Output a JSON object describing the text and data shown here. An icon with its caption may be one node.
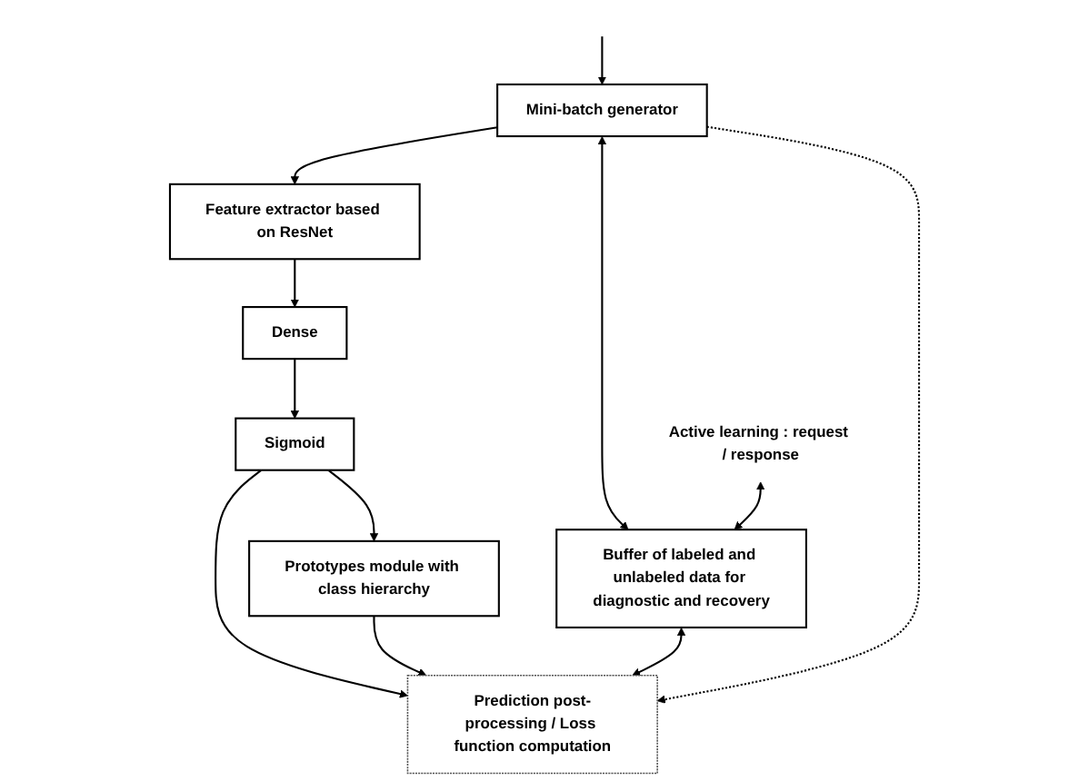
{
  "diagram": {
    "nodes": [
      {
        "text": [
          "Mini-batch generator"
        ]
      },
      {
        "text": [
          "Feature extractor based on ResNet"
        ]
      },
      {
        "text": [
          "Dense"
        ]
      },
      {
        "text": [
          "Sigmoid"
        ]
      },
      {
        "text": [
          "Active learning : request / response"
        ]
      },
      {
        "text": [
          "Buffer of labeled and unlabeled data for diagnostic and recovery"
        ]
      },
      {
        "text": [
          "Prototypes module with class hierarchy"
        ]
      },
      {
        "text": [
          "Prediction post-processing / Loss function computation"
        ]
      }
    ],
    "edges": [
      {
        "from": null,
        "to": 0,
        "arrow": "to"
      },
      {
        "from": 0,
        "to": 1,
        "arrow": "to"
      },
      {
        "from": 1,
        "to": 2,
        "arrow": "to"
      },
      {
        "from": 2,
        "to": 3,
        "arrow": "to"
      },
      {
        "from": 3,
        "to": 6,
        "arrow": "to"
      },
      {
        "from": 3,
        "to": 7,
        "arrow": "to"
      },
      {
        "from": 6,
        "to": 7,
        "arrow": "to"
      },
      {
        "from": 0,
        "to": 5,
        "arrow": "both"
      },
      {
        "from": 4,
        "to": 5,
        "arrow": "both"
      },
      {
        "from": 5,
        "to": 7,
        "arrow": "both"
      },
      {
        "from": 0,
        "to": 7,
        "arrow": "to",
        "style": "dashed"
      }
    ]
  }
}
